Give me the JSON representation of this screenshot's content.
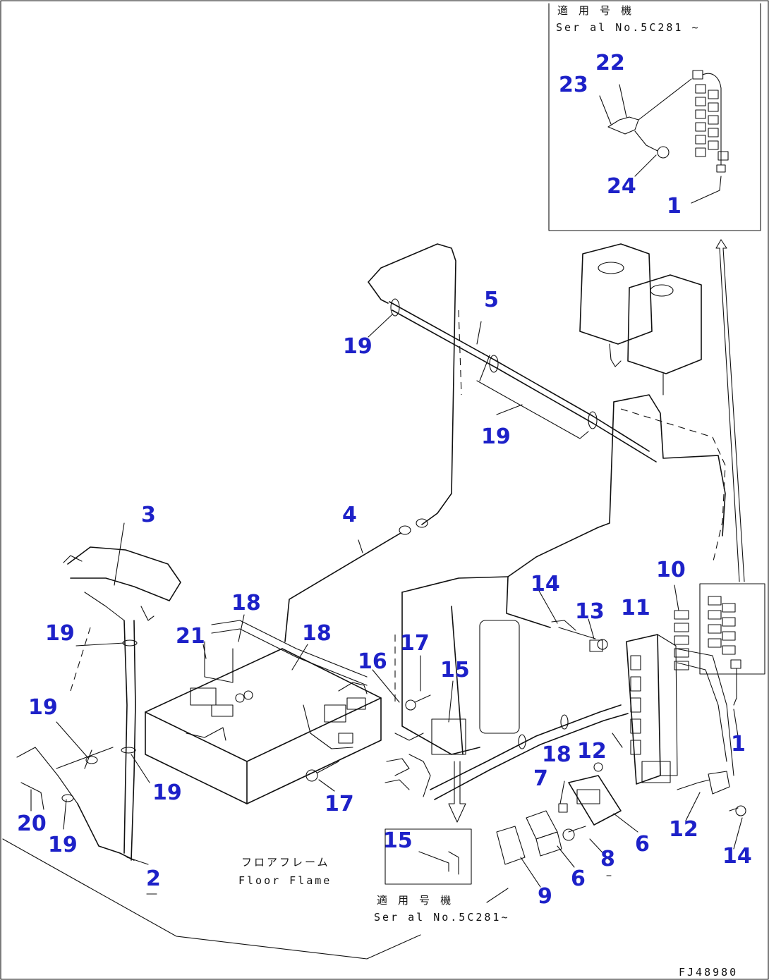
{
  "callouts": {
    "c1a": "1",
    "c1b": "1",
    "c2": "2",
    "c3": "3",
    "c4": "4",
    "c5": "5",
    "c6a": "6",
    "c6b": "6",
    "c7": "7",
    "c8": "8",
    "c9": "9",
    "c10": "10",
    "c11": "11",
    "c12a": "12",
    "c12b": "12",
    "c13": "13",
    "c14a": "14",
    "c14b": "14",
    "c15a": "15",
    "c15b": "15",
    "c16": "16",
    "c17a": "17",
    "c17b": "17",
    "c18a": "18",
    "c18b": "18",
    "c18c": "18",
    "c19a": "19",
    "c19b": "19",
    "c19c": "19",
    "c19d": "19",
    "c19e": "19",
    "c19f": "19",
    "c20": "20",
    "c21": "21",
    "c22": "22",
    "c23": "23",
    "c24": "24"
  },
  "inset_top": {
    "line1": "適 用 号 機",
    "line2": "Ser al No.5C281 ~"
  },
  "inset_bottom": {
    "line1": "適 用 号 機",
    "line2": "Ser al No.5C281~"
  },
  "floor_label": {
    "jp": "フロアフレーム",
    "en": "Floor Flame"
  },
  "drawing_code": "FJ48980"
}
